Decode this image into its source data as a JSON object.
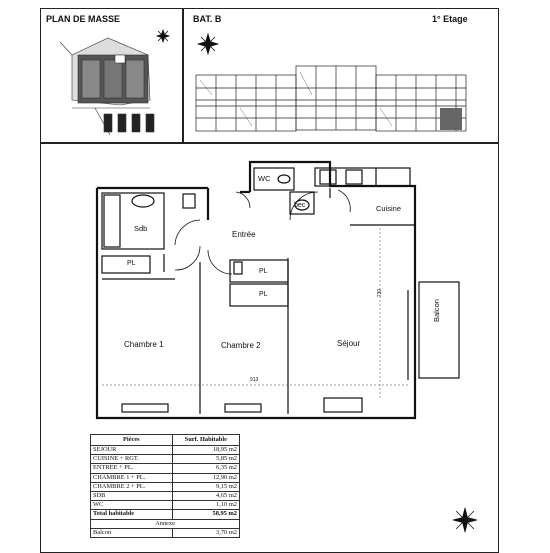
{
  "header": {
    "plan_masse_title": "PLAN DE MASSE",
    "bat_label": "BAT. B",
    "floor_label": "1° Etage"
  },
  "plan": {
    "rooms": {
      "wc": "WC",
      "bec": "bec",
      "cuisine": "Cuisine",
      "sdb": "Sdb",
      "entree": "Entrée",
      "pl_sdb": "PL",
      "pl_1": "PL",
      "pl_2": "PL",
      "chambre1": "Chambre 1",
      "chambre2": "Chambre 2",
      "sejour": "Séjour",
      "balcon": "Balcon"
    },
    "dimension_h": "913",
    "dimension_v": "730"
  },
  "surfaces": {
    "col_pieces": "Pièces",
    "col_surf": "Surf. Habitable",
    "rows": [
      {
        "name": "SEJOUR",
        "value": "18,95 m2"
      },
      {
        "name": "CUISINE + RGT.",
        "value": "5,85 m2"
      },
      {
        "name": "ENTREE + PL.",
        "value": "6,35 m2"
      },
      {
        "name": "CHAMBRE 1 + PL.",
        "value": "12,90 m2"
      },
      {
        "name": "CHAMBRE 2 + PL.",
        "value": "9,15 m2"
      },
      {
        "name": "SDB",
        "value": "4,65 m2"
      },
      {
        "name": "WC",
        "value": "1,10 m2"
      }
    ],
    "total_label": "Total habitable",
    "total_value": "58,95 m2",
    "annex_label": "Annexe",
    "annex_rows": [
      {
        "name": "Balcon",
        "value": "3,70 m2"
      }
    ]
  }
}
